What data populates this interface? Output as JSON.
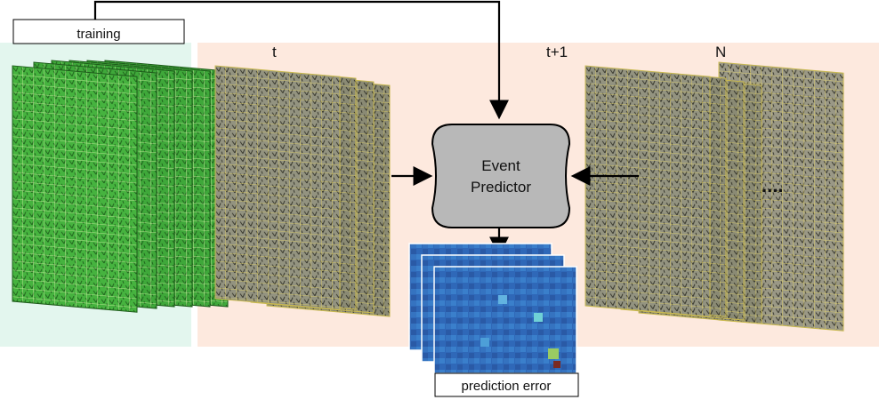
{
  "labels": {
    "training": "training",
    "t": "t",
    "t_plus_1": "t+1",
    "n": "N",
    "predictor_line1": "Event",
    "predictor_line2": "Predictor",
    "prediction_error": "prediction error",
    "ellipsis": "...."
  },
  "colors": {
    "training_bg": "#e3f6ee",
    "test_bg": "#fde9de",
    "training_frames": "#3fa83a",
    "test_frames": "#8a8a74",
    "grid_test": "#e8d76a",
    "grid_training": "#d6f2a8",
    "predictor_fill": "#b8b8b8",
    "error_map": "#2f68b8"
  },
  "icons": [
    "arrow",
    "frame-stack",
    "error-heatmap"
  ]
}
